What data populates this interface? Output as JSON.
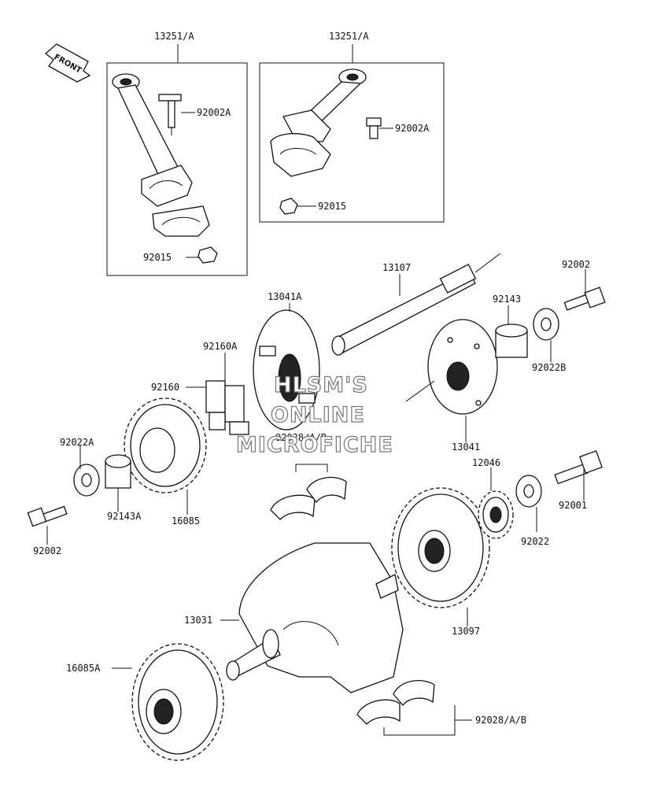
{
  "front_indicator": {
    "label": "FRONT"
  },
  "watermark": {
    "line1": "HLSM'S",
    "line2": "ONLINE",
    "line3": "MICROFICHE"
  },
  "labels": {
    "rod_left": "13251/A",
    "rod_right": "13251/A",
    "bolt_left": "92002A",
    "bolt_right": "92002A",
    "nut_right": "92015",
    "nut_left": "92015",
    "shaft": "13107",
    "damper_hub_a": "13041A",
    "collar_right": "92143",
    "bolt_top_right": "92002",
    "washer_right": "92022B",
    "damper_cushion_a": "92160A",
    "damper_cushion": "92160",
    "bearing_mid": "92028/A/B",
    "damper_hub": "13041",
    "gear_12046": "12046",
    "bolt_92001": "92001",
    "washer_92022a": "92022A",
    "collar_left": "92143A",
    "gear_16085": "16085",
    "gear_13097": "13097",
    "washer_92022": "92022",
    "bolt_bottom_left": "92002",
    "crankshaft": "13031",
    "gear_16085a": "16085A",
    "bearing_bottom": "92028/A/B"
  }
}
